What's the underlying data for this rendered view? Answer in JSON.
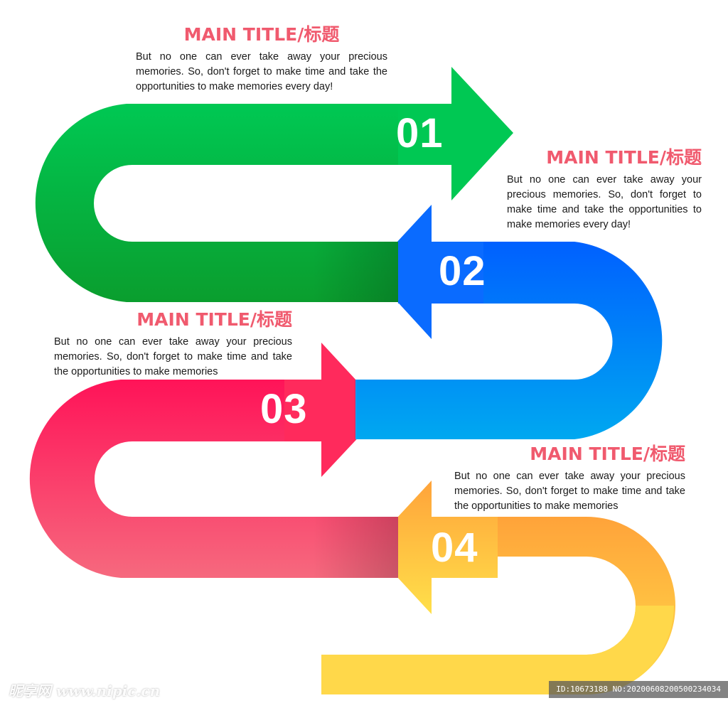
{
  "steps": [
    {
      "number": "01",
      "title": "MAIN TITLE/标题",
      "text": "But no one can ever take away your precious memories. So, don't forget to make time and take the opportunities to make memories every day!",
      "color_start": "#00c853",
      "color_end": "#0a9e2e"
    },
    {
      "number": "02",
      "title": "MAIN TITLE/标题",
      "text": "But no one can ever take away your precious memories. So, don't forget to make time and take the opportunities to make memories every day!",
      "color_start": "#0066ff",
      "color_end": "#00a8f0"
    },
    {
      "number": "03",
      "title": "MAIN TITLE/标题",
      "text": "But no one can ever take away your precious memories. So, don't forget to make time and take the opportunities to make memories",
      "color_start": "#ff1a5c",
      "color_end": "#f66a7e"
    },
    {
      "number": "04",
      "title": "MAIN TITLE/标题",
      "text": "But no one can ever take away your precious memories. So, don't forget to make time and take the opportunities to make memories",
      "color_start": "#ffa63a",
      "color_end": "#ffe34a"
    }
  ],
  "watermark": {
    "left": "昵享网 www.nipic.cn",
    "right": "ID:10673188 NO:20200608200500234034"
  }
}
